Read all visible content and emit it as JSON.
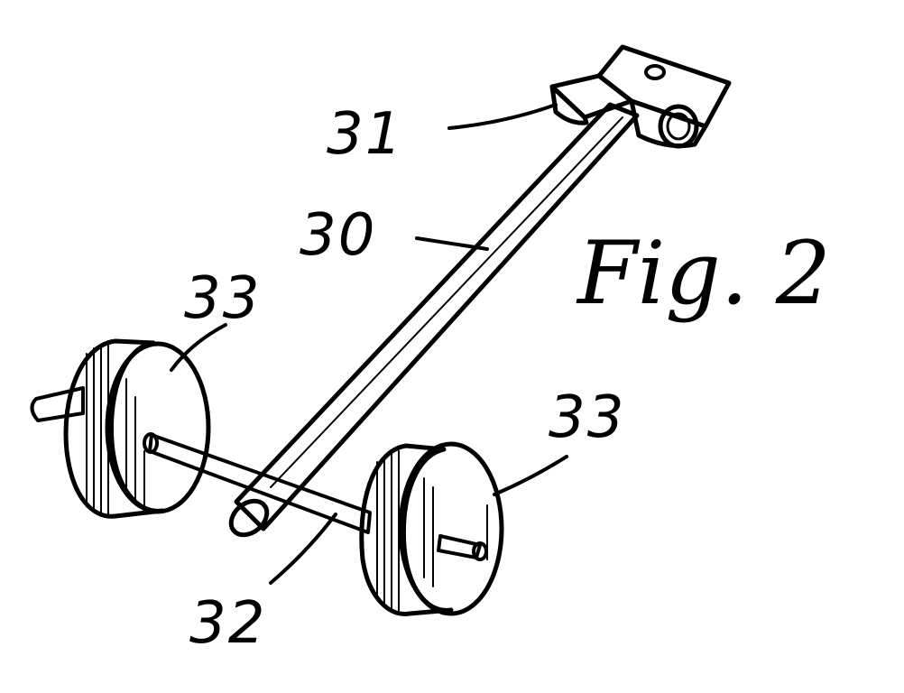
{
  "figure": {
    "title": "Fig. 2",
    "ink_color": "#000000",
    "background_color": "#ffffff"
  },
  "labels": {
    "hitch_block": "31",
    "tow_bar": "30",
    "wheel_left": "33",
    "wheel_right": "33",
    "axle": "32"
  }
}
